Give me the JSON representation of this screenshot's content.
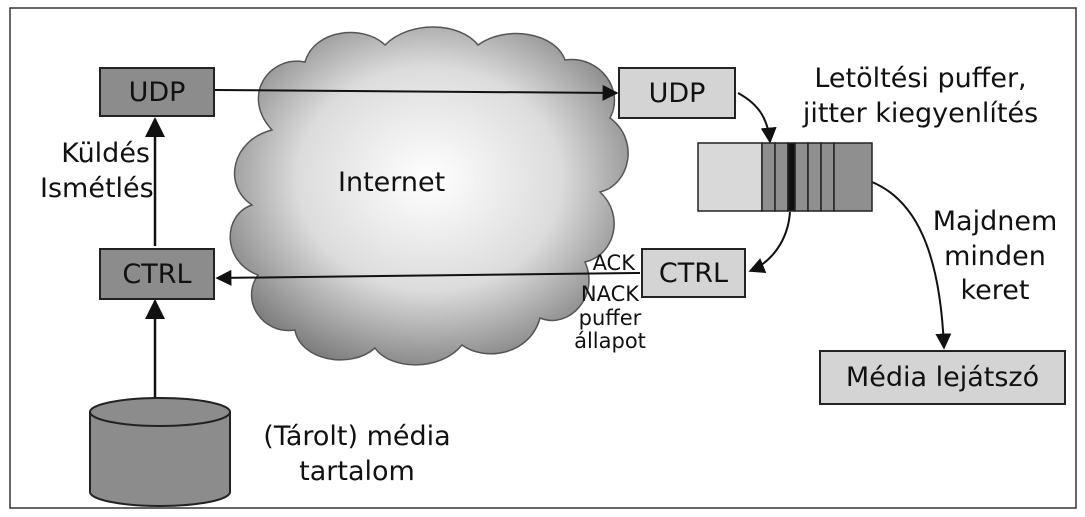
{
  "nodes": {
    "udp_sender": "UDP",
    "ctrl_sender": "CTRL",
    "udp_receiver": "UDP",
    "ctrl_receiver": "CTRL",
    "media_player": "Média lejátszó"
  },
  "labels": {
    "cloud": "Internet",
    "send_retry_1": "Küldés",
    "send_retry_2": "Ismétlés",
    "buffer_1": "Letöltési puffer,",
    "buffer_2": "jitter kiegyenlítés",
    "almost_1": "Majdnem",
    "almost_2": "minden",
    "almost_3": "keret",
    "ack": "ACK",
    "nack": "NACK",
    "buffer_state_1": "puffer",
    "buffer_state_2": "állapot",
    "storage_1": "(Tárolt) média",
    "storage_2": "tartalom"
  },
  "buffer_slots": [
    {
      "state": "empty"
    },
    {
      "state": "filled"
    },
    {
      "state": "filled"
    },
    {
      "state": "current"
    },
    {
      "state": "filled"
    },
    {
      "state": "filled"
    },
    {
      "state": "filled"
    },
    {
      "state": "filled"
    }
  ],
  "colors": {
    "dark_box": "#8c8c8c",
    "light_box": "#d4d4d4",
    "cloud_center": "#ffffff",
    "cloud_edge": "#7a7a7a",
    "line": "#111111"
  }
}
